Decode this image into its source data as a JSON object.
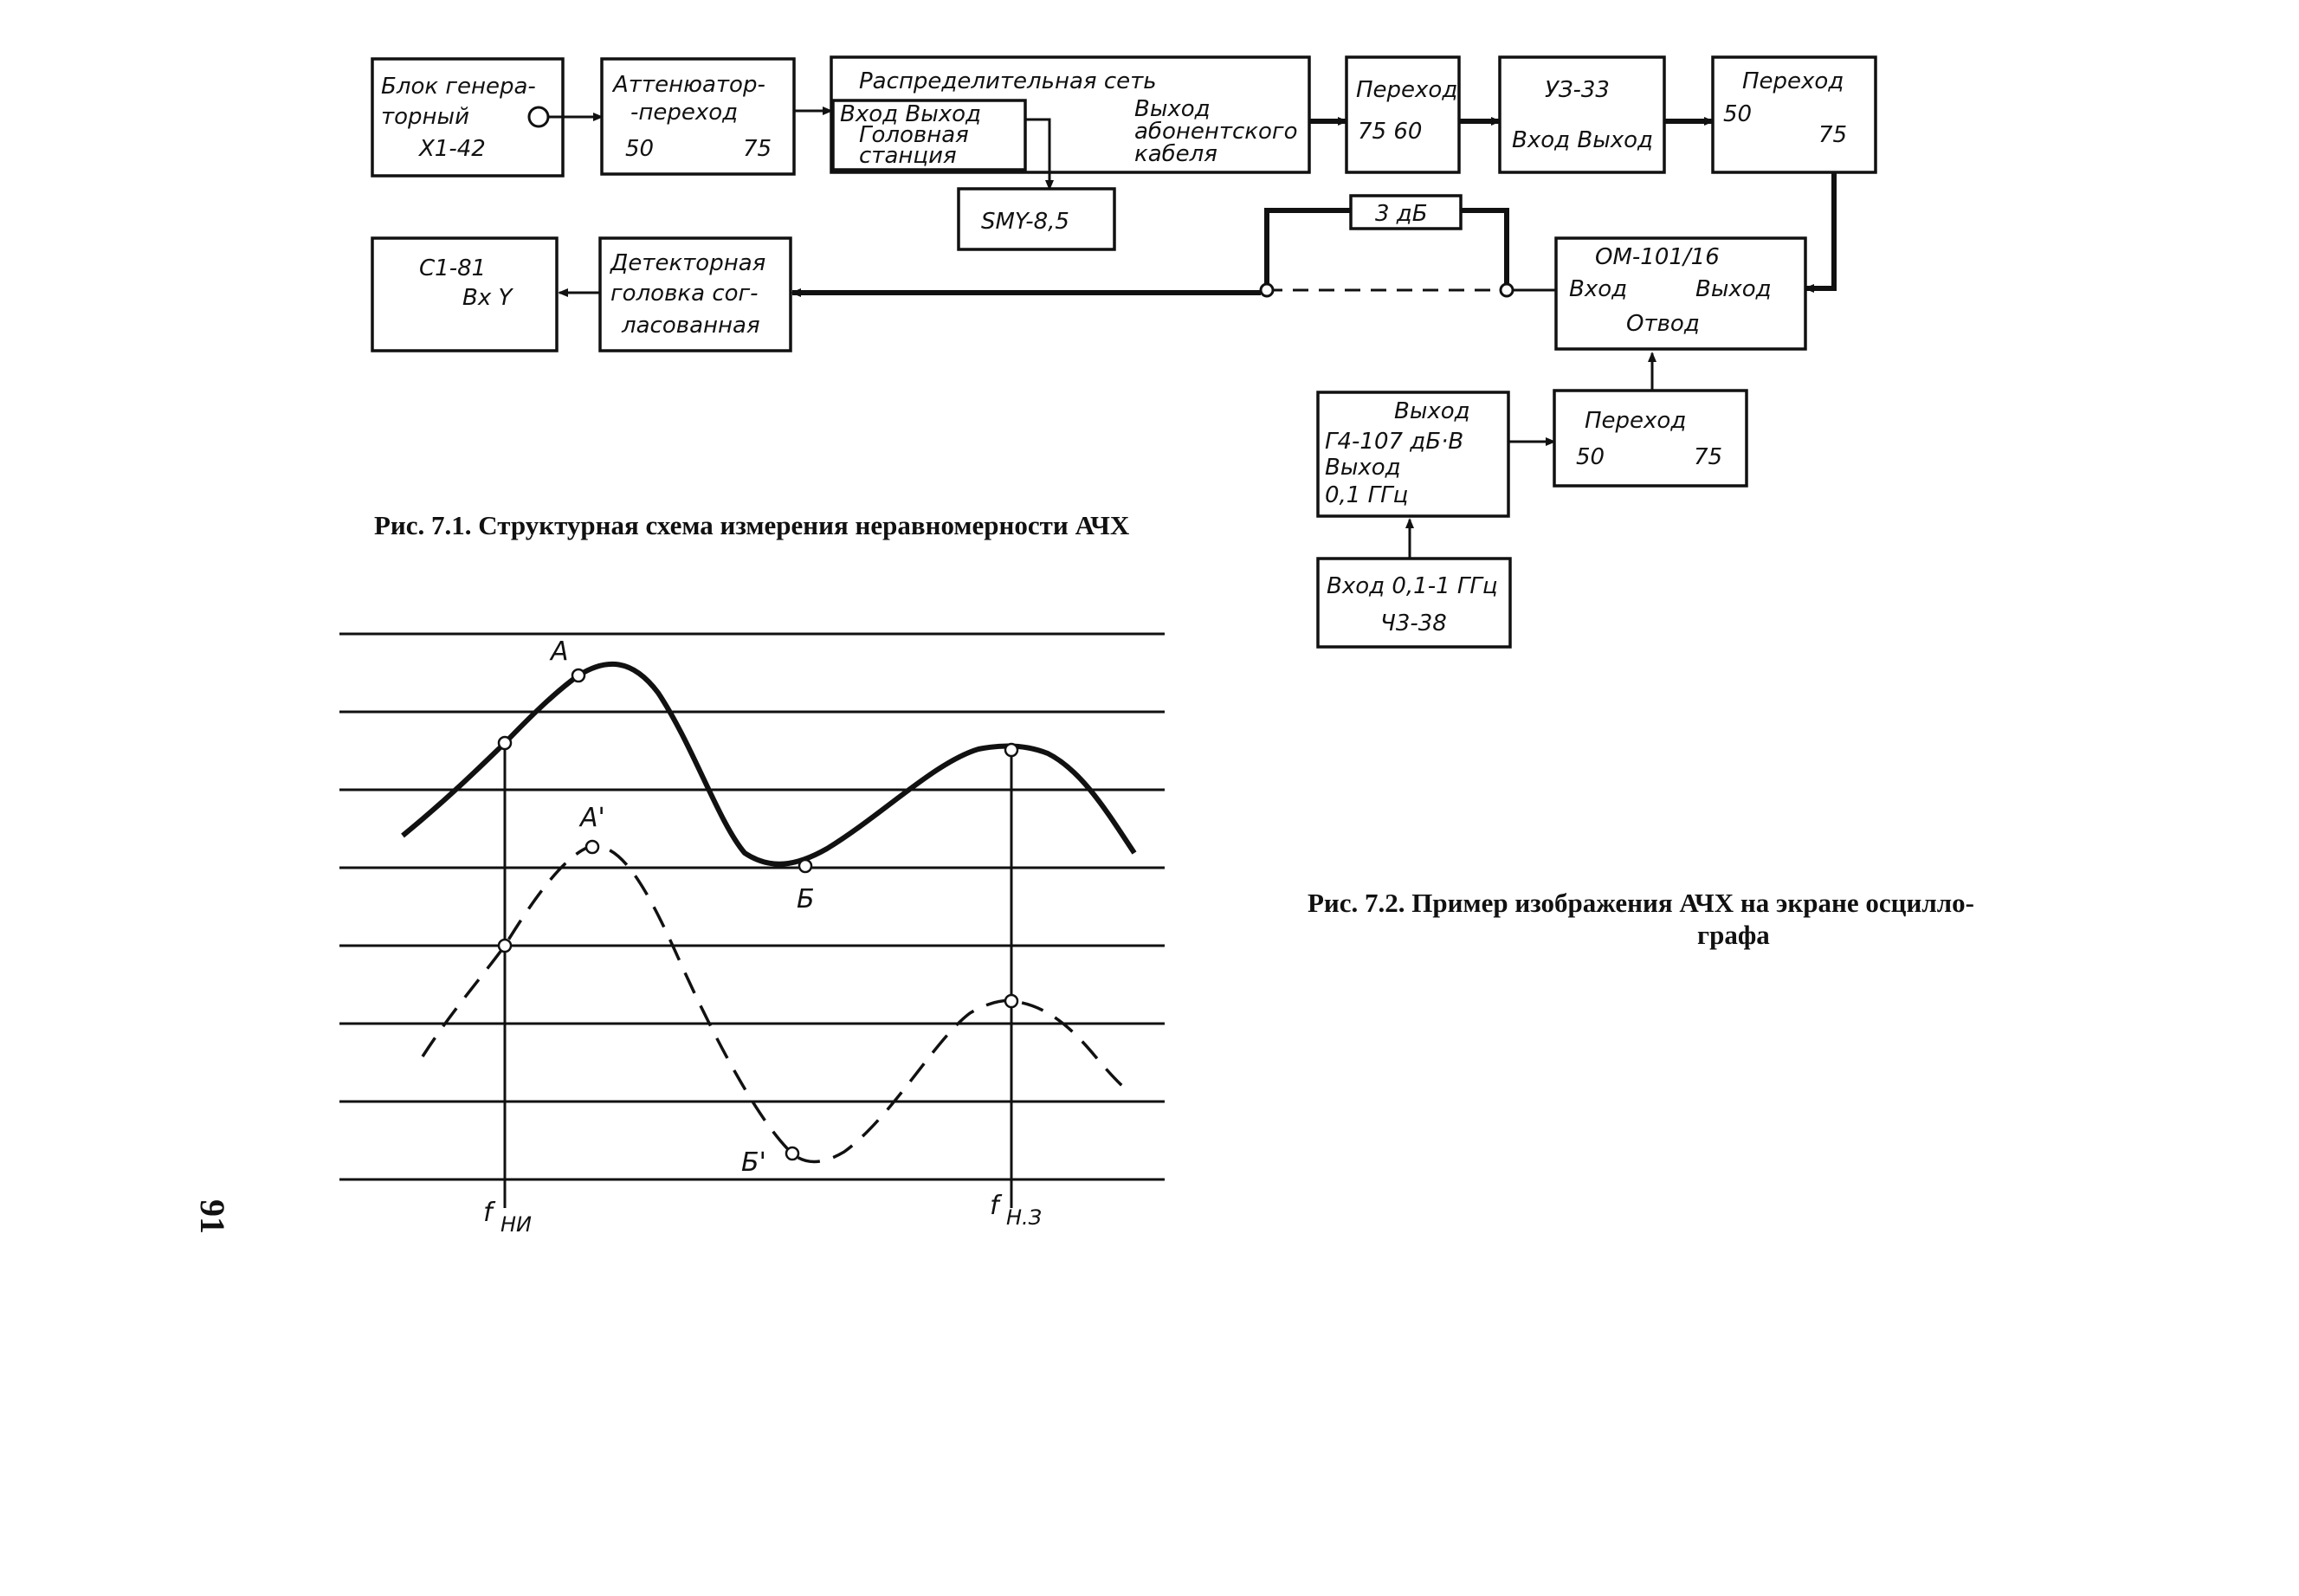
{
  "blocks": {
    "generator": [
      "Блок генера-",
      "торный",
      "Х1-42"
    ],
    "attenuator": [
      "Аттенюатор-",
      "-переход",
      "50",
      "75"
    ],
    "network": {
      "title": "Распределительная сеть",
      "input_output": "Вход Выход",
      "head": [
        "Головная",
        "станция"
      ],
      "subscriber": [
        "Выход",
        "абонентского",
        "кабеля"
      ]
    },
    "smy": "SMY-8,5",
    "trans1": [
      "Переход",
      "75 60"
    ],
    "amp": [
      "УЗ-33",
      "Вход Выход"
    ],
    "trans2": [
      "Переход",
      "50",
      "75"
    ],
    "att3": "3 дБ",
    "om": [
      "ОМ-101/16",
      "Вход",
      "Выход",
      "Отвод"
    ],
    "detector": [
      "Детекторная",
      "головка сог-",
      "ласованная"
    ],
    "c181": [
      "С1-81",
      "Вх Y"
    ],
    "g4": [
      "Выход",
      "Г4-107 дБ·В",
      "Выход",
      "0,1 ГГц"
    ],
    "trans3": [
      "Переход",
      "50",
      "75"
    ],
    "ch3": [
      "Вход 0,1-1 ГГц",
      "Ч3-38"
    ]
  },
  "captions": {
    "fig71": "Рис. 7.1. Структурная схема измерения неравномерности АЧХ",
    "fig72_line1": "Рис. 7.2. Пример изображения АЧХ на экране осцилло-",
    "fig72_line2": "графа"
  },
  "graph": {
    "point_a": "A",
    "point_a2": "A'",
    "point_b": "Б",
    "point_b2": "Б'",
    "f_main": "f",
    "f_left_sub": "НИ",
    "f_right_sub": "Н.З"
  },
  "page_number": "91"
}
